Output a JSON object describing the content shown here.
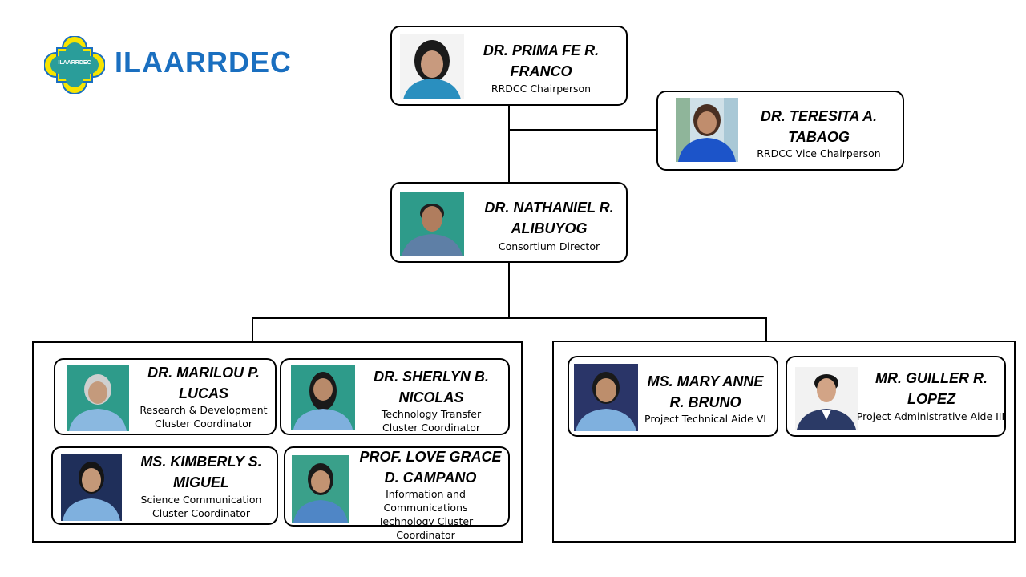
{
  "logo": {
    "badge": "ILAARRDEC",
    "text": "ILAARRDEC",
    "brand_blue": "#1a6fc0",
    "brand_yellow": "#f7e400",
    "brand_teal": "#2a9d9a"
  },
  "chair": {
    "name": "DR. PRIMA FE R. FRANCO",
    "role": "RRDCC Chairperson"
  },
  "vice": {
    "name": "DR. TERESITA A. TABAOG",
    "role": "RRDCC Vice Chairperson"
  },
  "director": {
    "name": "DR. NATHANIEL R. ALIBUYOG",
    "role": "Consortium Director"
  },
  "coordinators": [
    {
      "name": "DR. MARILOU P. LUCAS",
      "role": "Research & Development Cluster Coordinator"
    },
    {
      "name": "DR. SHERLYN B. NICOLAS",
      "role": "Technology Transfer Cluster Coordinator"
    },
    {
      "name": "MS. KIMBERLY S. MIGUEL",
      "role": "Science Communication Cluster Coordinator"
    },
    {
      "name": "PROF. LOVE GRACE D. CAMPANO",
      "role": "Information and Communications Technology Cluster Coordinator"
    }
  ],
  "staff": [
    {
      "name": "MS. MARY ANNE R. BRUNO",
      "role": "Project Technical Aide VI"
    },
    {
      "name": "MR. GUILLER R. LOPEZ",
      "role": "Project Administrative Aide III"
    }
  ]
}
